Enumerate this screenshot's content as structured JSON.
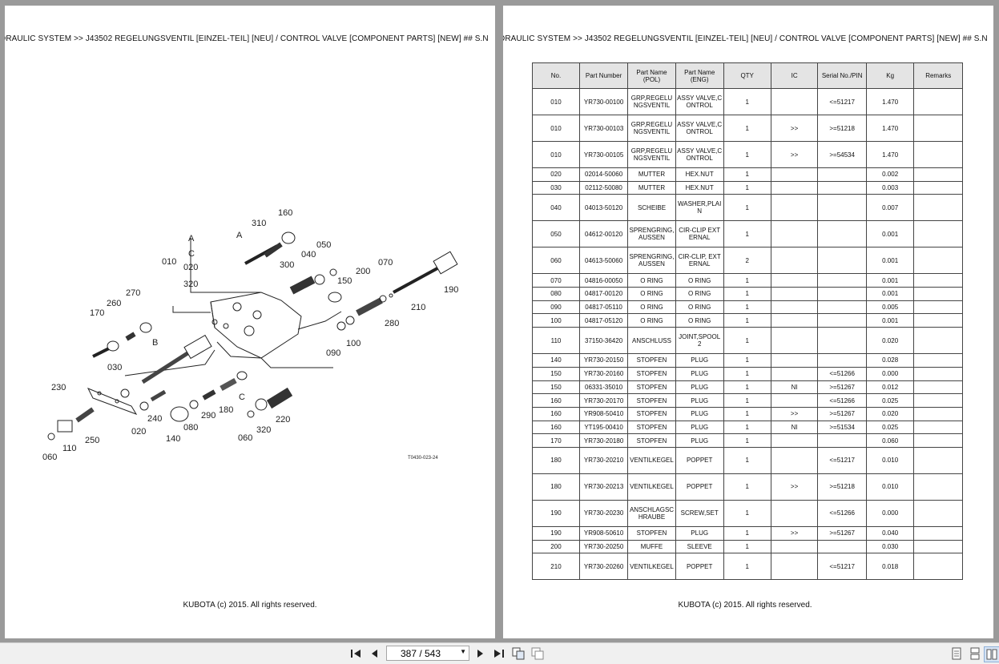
{
  "left_page": {
    "header": "DRAULIC SYSTEM >> J43502   REGELUNGSVENTIL [EINZEL-TEIL] [NEU] / CONTROL VALVE [COMPONENT PARTS] [NEW] ## S.N",
    "footer": "KUBOTA (c) 2015. All rights reserved.",
    "drawing_code": "T0430-023-24",
    "callouts": [
      "160",
      "310",
      "A",
      "050",
      "040",
      "300",
      "150",
      "200",
      "070",
      "190",
      "210",
      "280",
      "A",
      "C",
      "020",
      "010",
      "320",
      "270",
      "260",
      "170",
      "B",
      "030",
      "230",
      "240",
      "020",
      "140",
      "080",
      "290",
      "180",
      "C",
      "060",
      "320",
      "220",
      "250",
      "110",
      "060",
      "100",
      "090"
    ]
  },
  "right_page": {
    "header": "DRAULIC SYSTEM >> J43502   REGELUNGSVENTIL [EINZEL-TEIL] [NEU] / CONTROL VALVE [COMPONENT PARTS] [NEW] ## S.N",
    "footer": "KUBOTA (c) 2015. All rights reserved.",
    "table": {
      "columns": [
        "No.",
        "Part Number",
        "Part Name (POL)",
        "Part Name (ENG)",
        "QTY",
        "IC",
        "Serial No./PIN",
        "Kg",
        "Remarks"
      ],
      "rows": [
        [
          "010",
          "YR730-00100",
          "GRP,REGELUNGSVENTIL",
          "ASSY VALVE,CONTROL",
          "1",
          "",
          "<=51217",
          "1.470",
          ""
        ],
        [
          "010",
          "YR730-00103",
          "GRP,REGELUNGSVENTIL",
          "ASSY VALVE,CONTROL",
          "1",
          ">>",
          ">=51218",
          "1.470",
          ""
        ],
        [
          "010",
          "YR730-00105",
          "GRP,REGELUNGSVENTIL",
          "ASSY VALVE,CONTROL",
          "1",
          ">>",
          ">=54534",
          "1.470",
          ""
        ],
        [
          "020",
          "02014-50060",
          "MUTTER",
          "HEX.NUT",
          "1",
          "",
          "",
          "0.002",
          ""
        ],
        [
          "030",
          "02112-50080",
          "MUTTER",
          "HEX.NUT",
          "1",
          "",
          "",
          "0.003",
          ""
        ],
        [
          "040",
          "04013-50120",
          "SCHEIBE",
          "WASHER,PLAIN",
          "1",
          "",
          "",
          "0.007",
          ""
        ],
        [
          "050",
          "04612-00120",
          "SPRENGRING,AUSSEN",
          "CIR-CLIP EXTERNAL",
          "1",
          "",
          "",
          "0.001",
          ""
        ],
        [
          "060",
          "04613-50060",
          "SPRENGRING,AUSSEN",
          "CIR-CLIP, EXTERNAL",
          "2",
          "",
          "",
          "0.001",
          ""
        ],
        [
          "070",
          "04816-00050",
          "O RING",
          "O RING",
          "1",
          "",
          "",
          "0.001",
          ""
        ],
        [
          "080",
          "04817-00120",
          "O RING",
          "O RING",
          "1",
          "",
          "",
          "0.001",
          ""
        ],
        [
          "090",
          "04817-05110",
          "O RING",
          "O RING",
          "1",
          "",
          "",
          "0.005",
          ""
        ],
        [
          "100",
          "04817-05120",
          "O RING",
          "O RING",
          "1",
          "",
          "",
          "0.001",
          ""
        ],
        [
          "110",
          "37150-36420",
          "ANSCHLUSS",
          "JOINT,SPOOL 2",
          "1",
          "",
          "",
          "0.020",
          ""
        ],
        [
          "140",
          "YR730-20150",
          "STOPFEN",
          "PLUG",
          "1",
          "",
          "",
          "0.028",
          ""
        ],
        [
          "150",
          "YR730-20160",
          "STOPFEN",
          "PLUG",
          "1",
          "",
          "<=51266",
          "0.000",
          ""
        ],
        [
          "150",
          "06331-35010",
          "STOPFEN",
          "PLUG",
          "1",
          "NI",
          ">=51267",
          "0.012",
          ""
        ],
        [
          "160",
          "YR730-20170",
          "STOPFEN",
          "PLUG",
          "1",
          "",
          "<=51266",
          "0.025",
          ""
        ],
        [
          "160",
          "YR908-50410",
          "STOPFEN",
          "PLUG",
          "1",
          ">>",
          ">=51267",
          "0.020",
          ""
        ],
        [
          "160",
          "YT195-00410",
          "STOPFEN",
          "PLUG",
          "1",
          "NI",
          ">=51534",
          "0.025",
          ""
        ],
        [
          "170",
          "YR730-20180",
          "STOPFEN",
          "PLUG",
          "1",
          "",
          "",
          "0.060",
          ""
        ],
        [
          "180",
          "YR730-20210",
          "VENTILKEGEL",
          "POPPET",
          "1",
          "",
          "<=51217",
          "0.010",
          ""
        ],
        [
          "180",
          "YR730-20213",
          "VENTILKEGEL",
          "POPPET",
          "1",
          ">>",
          ">=51218",
          "0.010",
          ""
        ],
        [
          "190",
          "YR730-20230",
          "ANSCHLAGSCHRAUBE",
          "SCREW,SET",
          "1",
          "",
          "<=51266",
          "0.000",
          ""
        ],
        [
          "190",
          "YR908-50610",
          "STOPFEN",
          "PLUG",
          "1",
          ">>",
          ">=51267",
          "0.040",
          ""
        ],
        [
          "200",
          "YR730-20250",
          "MUFFE",
          "SLEEVE",
          "1",
          "",
          "",
          "0.030",
          ""
        ],
        [
          "210",
          "YR730-20260",
          "VENTILKEGEL",
          "POPPET",
          "1",
          "",
          "<=51217",
          "0.018",
          ""
        ]
      ]
    }
  },
  "toolbar": {
    "page_value": "387 / 543",
    "icons": [
      "first-page-icon",
      "prev-page-icon",
      "next-page-icon",
      "last-page-icon",
      "copy-icon",
      "compare-icon",
      "single-page-icon",
      "continuous-icon",
      "two-page-icon"
    ]
  }
}
